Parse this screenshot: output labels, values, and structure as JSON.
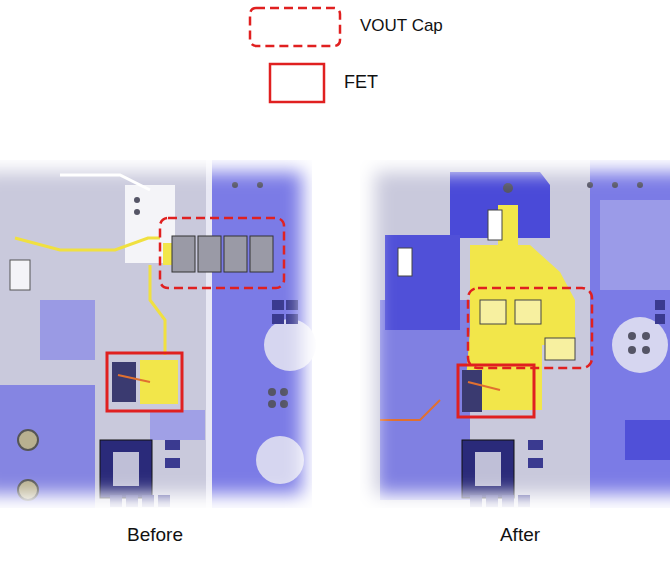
{
  "diagram": {
    "labels": [
      "Before",
      "After"
    ],
    "legend": [
      {
        "text": "VOUT Cap"
      },
      {
        "text": "FET"
      }
    ]
  }
}
